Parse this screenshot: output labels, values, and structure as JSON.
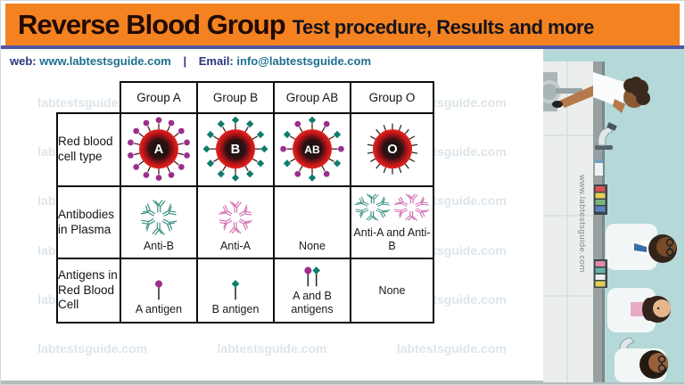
{
  "header": {
    "title": "Reverse Blood Group",
    "subtitle": "Test procedure, Results and more"
  },
  "contact": {
    "web_label": "web:",
    "web_url": "www.labtestsguide.com",
    "separator": "|",
    "email_label": "Email:",
    "email_value": "info@labtestsguide.com"
  },
  "watermark": {
    "text": "labtestsguide.com"
  },
  "table": {
    "columns": [
      "Group A",
      "Group B",
      "Group AB",
      "Group O"
    ],
    "rows": [
      {
        "label": "Red blood cell type",
        "cells": [
          "A",
          "B",
          "AB",
          "O"
        ]
      },
      {
        "label": "Antibodies in Plasma",
        "cells": [
          "Anti-B",
          "Anti-A",
          "None",
          "Anti-A and Anti-B"
        ]
      },
      {
        "label": "Antigens in Red Blood Cell",
        "cells": [
          "A antigen",
          "B antigen",
          "A and B antigens",
          "None"
        ]
      }
    ],
    "graphics": {
      "rbc": [
        "circles",
        "diamonds",
        "mixed",
        "plain"
      ],
      "antibodies": [
        "teal",
        "pink",
        "none",
        "both"
      ],
      "antigens": [
        "circle",
        "diamond",
        "both",
        "none"
      ]
    }
  },
  "illustration": {
    "vertical_text": "www.labtestsguide.com"
  },
  "colors": {
    "header_bg": "#f58220",
    "accent_line": "#5156a5",
    "cell_red": "#e8241f",
    "antigen_a_purple": "#9b2f8c",
    "antigen_b_teal": "#0f7d6c",
    "antibody_teal": "#3d9182",
    "antibody_pink": "#d06ab0",
    "illustration_bg": "#b5d8d9"
  }
}
